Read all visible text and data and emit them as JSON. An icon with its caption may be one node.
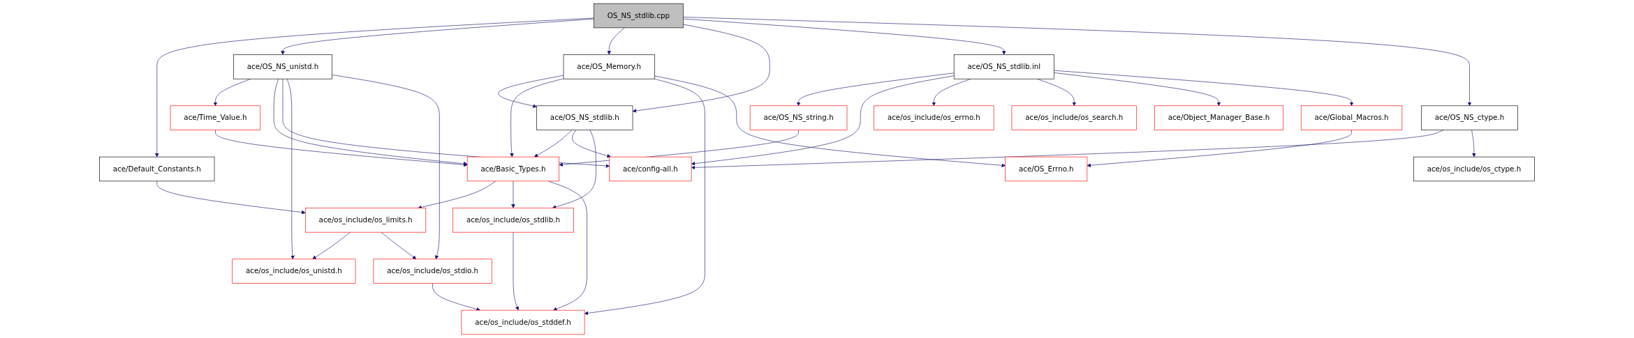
{
  "diagram": {
    "nodes": [
      {
        "text": [
          "OS_NS_stdlib.cpp"
        ]
      },
      {
        "text": [
          "ace/Default_Constants.h"
        ]
      },
      {
        "text": [
          "ace/OS_NS_unistd.h"
        ]
      },
      {
        "text": [
          "ace/OS_Memory.h"
        ]
      },
      {
        "text": [
          "ace/OS_NS_stdlib.h"
        ]
      },
      {
        "text": [
          "ace/OS_NS_stdlib.inl"
        ]
      },
      {
        "text": [
          "ace/OS_NS_ctype.h"
        ]
      },
      {
        "text": [
          "ace/Time_Value.h"
        ]
      },
      {
        "text": [
          "ace/OS_NS_string.h"
        ]
      },
      {
        "text": [
          "ace/os_include/os_errno.h"
        ]
      },
      {
        "text": [
          "ace/os_include/os_search.h"
        ]
      },
      {
        "text": [
          "ace/Object_Manager_Base.h"
        ]
      },
      {
        "text": [
          "ace/Global_Macros.h"
        ]
      },
      {
        "text": [
          "ace/os_include/os_ctype.h"
        ]
      },
      {
        "text": [
          "ace/Basic_Types.h"
        ]
      },
      {
        "text": [
          "ace/config-all.h"
        ]
      },
      {
        "text": [
          "ace/OS_Errno.h"
        ]
      },
      {
        "text": [
          "ace/os_include/os_limits.h"
        ]
      },
      {
        "text": [
          "ace/os_include/os_stdlib.h"
        ]
      },
      {
        "text": [
          "ace/os_include/os_unistd.h"
        ]
      },
      {
        "text": [
          "ace/os_include/os_stdio.h"
        ]
      },
      {
        "text": [
          "ace/os_include/os_stddef.h"
        ]
      }
    ],
    "edges": [
      {
        "from": 0,
        "to": 1,
        "arrow": "to"
      },
      {
        "from": 0,
        "to": 2,
        "arrow": "to"
      },
      {
        "from": 0,
        "to": 3,
        "arrow": "to"
      },
      {
        "from": 0,
        "to": 4,
        "arrow": "to"
      },
      {
        "from": 0,
        "to": 5,
        "arrow": "to"
      },
      {
        "from": 0,
        "to": 6,
        "arrow": "to"
      },
      {
        "from": 2,
        "to": 7,
        "arrow": "to"
      },
      {
        "from": 2,
        "to": 14,
        "arrow": "to"
      },
      {
        "from": 2,
        "to": 15,
        "arrow": "to"
      },
      {
        "from": 2,
        "to": 19,
        "arrow": "to"
      },
      {
        "from": 2,
        "to": 20,
        "arrow": "to"
      },
      {
        "from": 3,
        "to": 4,
        "arrow": "to"
      },
      {
        "from": 3,
        "to": 14,
        "arrow": "to"
      },
      {
        "from": 3,
        "to": 21,
        "arrow": "to"
      },
      {
        "from": 3,
        "to": 16,
        "arrow": "to"
      },
      {
        "from": 4,
        "to": 14,
        "arrow": "to"
      },
      {
        "from": 4,
        "to": 15,
        "arrow": "to"
      },
      {
        "from": 4,
        "to": 18,
        "arrow": "to"
      },
      {
        "from": 5,
        "to": 8,
        "arrow": "to"
      },
      {
        "from": 5,
        "to": 15,
        "arrow": "to"
      },
      {
        "from": 5,
        "to": 9,
        "arrow": "to"
      },
      {
        "from": 5,
        "to": 10,
        "arrow": "to"
      },
      {
        "from": 5,
        "to": 11,
        "arrow": "to"
      },
      {
        "from": 5,
        "to": 12,
        "arrow": "to"
      },
      {
        "from": 6,
        "to": 15,
        "arrow": "to"
      },
      {
        "from": 6,
        "to": 13,
        "arrow": "to"
      },
      {
        "from": 7,
        "to": 14,
        "arrow": "to"
      },
      {
        "from": 8,
        "to": 14,
        "arrow": "to"
      },
      {
        "from": 12,
        "to": 16,
        "arrow": "to"
      },
      {
        "from": 1,
        "to": 17,
        "arrow": "to"
      },
      {
        "from": 14,
        "to": 17,
        "arrow": "to"
      },
      {
        "from": 14,
        "to": 18,
        "arrow": "to"
      },
      {
        "from": 14,
        "to": 21,
        "arrow": "to"
      },
      {
        "from": 17,
        "to": 19,
        "arrow": "to"
      },
      {
        "from": 17,
        "to": 20,
        "arrow": "to"
      },
      {
        "from": 18,
        "to": 21,
        "arrow": "to"
      },
      {
        "from": 20,
        "to": 21,
        "arrow": "to"
      }
    ]
  }
}
